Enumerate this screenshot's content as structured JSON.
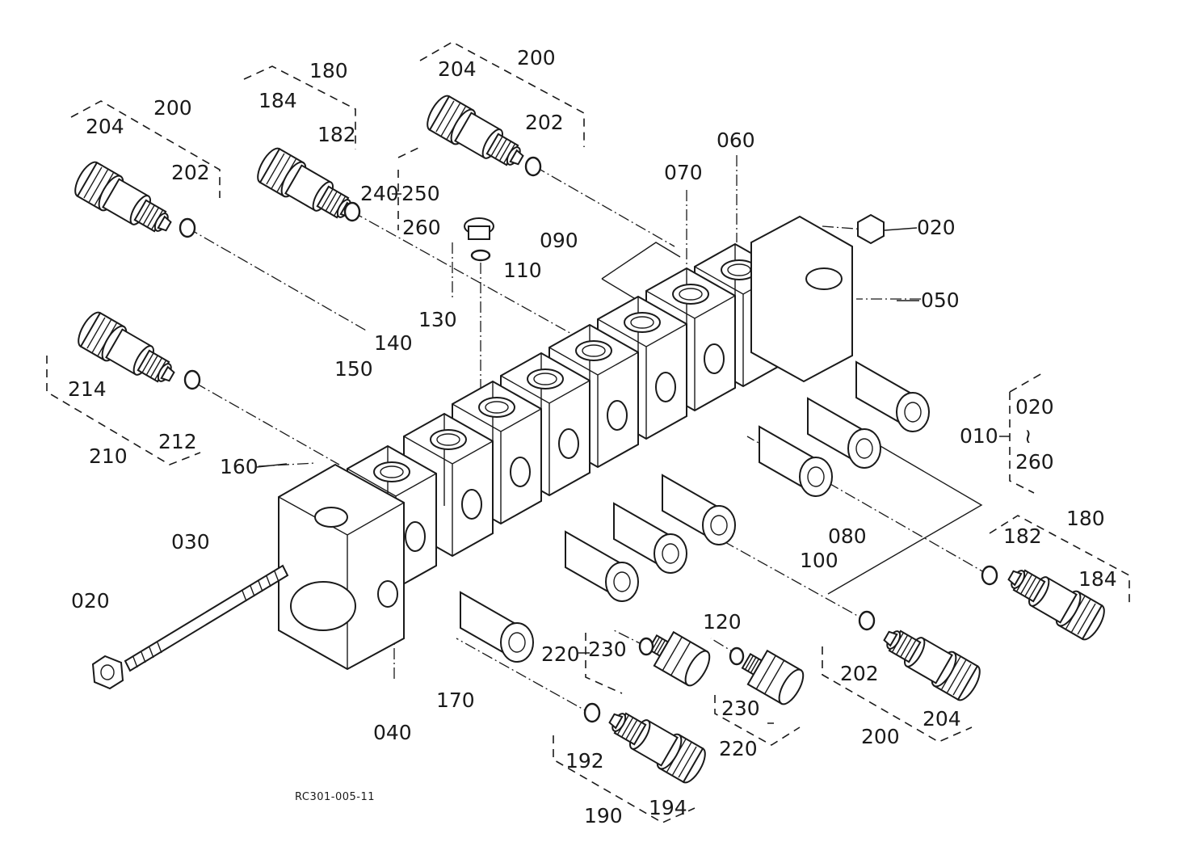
{
  "drawing_code": "RC301-005-11",
  "callouts": [
    {
      "id": "c200a",
      "text": "200"
    },
    {
      "id": "c204a",
      "text": "204"
    },
    {
      "id": "c202a",
      "text": "202"
    },
    {
      "id": "c180a",
      "text": "180"
    },
    {
      "id": "c184a",
      "text": "184"
    },
    {
      "id": "c182a",
      "text": "182"
    },
    {
      "id": "c200b",
      "text": "200"
    },
    {
      "id": "c204b",
      "text": "204"
    },
    {
      "id": "c202b",
      "text": "202"
    },
    {
      "id": "c240",
      "text": "240"
    },
    {
      "id": "c250",
      "text": "250"
    },
    {
      "id": "c260a",
      "text": "260"
    },
    {
      "id": "c060",
      "text": "060"
    },
    {
      "id": "c070",
      "text": "070"
    },
    {
      "id": "c090",
      "text": "090"
    },
    {
      "id": "c110",
      "text": "110"
    },
    {
      "id": "c020a",
      "text": "020"
    },
    {
      "id": "c050",
      "text": "050"
    },
    {
      "id": "c130",
      "text": "130"
    },
    {
      "id": "c140",
      "text": "140"
    },
    {
      "id": "c150",
      "text": "150"
    },
    {
      "id": "c214",
      "text": "214"
    },
    {
      "id": "c212",
      "text": "212"
    },
    {
      "id": "c210",
      "text": "210"
    },
    {
      "id": "c160",
      "text": "160"
    },
    {
      "id": "c010",
      "text": "010"
    },
    {
      "id": "c020b",
      "text": "020"
    },
    {
      "id": "ctilde",
      "text": "≀"
    },
    {
      "id": "c260b",
      "text": "260"
    },
    {
      "id": "c030",
      "text": "030"
    },
    {
      "id": "c020c",
      "text": "020"
    },
    {
      "id": "c080",
      "text": "080"
    },
    {
      "id": "c100",
      "text": "100"
    },
    {
      "id": "c180b",
      "text": "180"
    },
    {
      "id": "c182b",
      "text": "182"
    },
    {
      "id": "c184b",
      "text": "184"
    },
    {
      "id": "c120",
      "text": "120"
    },
    {
      "id": "c220a",
      "text": "220"
    },
    {
      "id": "c230a",
      "text": "230"
    },
    {
      "id": "c170",
      "text": "170"
    },
    {
      "id": "c040",
      "text": "040"
    },
    {
      "id": "c230b",
      "text": "230"
    },
    {
      "id": "c220b",
      "text": "220"
    },
    {
      "id": "c202c",
      "text": "202"
    },
    {
      "id": "c204c",
      "text": "204"
    },
    {
      "id": "c200c",
      "text": "200"
    },
    {
      "id": "c192",
      "text": "192"
    },
    {
      "id": "c190",
      "text": "190"
    },
    {
      "id": "c194",
      "text": "194"
    }
  ]
}
